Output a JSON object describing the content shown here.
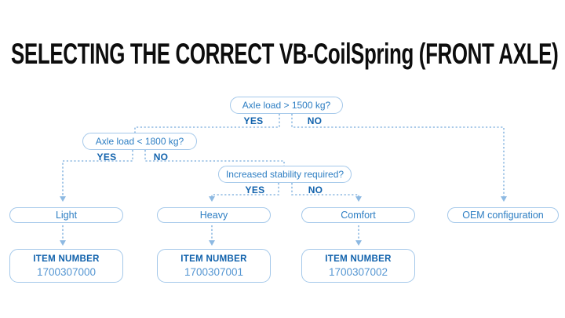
{
  "title": "SELECTING THE CORRECT VB-CoilSpring (FRONT AXLE)",
  "flowchart": {
    "decisions": [
      {
        "question": "Axle load > 1500 kg?",
        "yes_label": "YES",
        "no_label": "NO"
      },
      {
        "question": "Axle load < 1800 kg?",
        "yes_label": "YES",
        "no_label": "NO"
      },
      {
        "question": "Increased stability required?",
        "yes_label": "YES",
        "no_label": "NO"
      }
    ],
    "outcomes": [
      {
        "label": "Light",
        "item_label": "ITEM NUMBER",
        "item_number": "1700307000"
      },
      {
        "label": "Heavy",
        "item_label": "ITEM NUMBER",
        "item_number": "1700307001"
      },
      {
        "label": "Comfort",
        "item_label": "ITEM NUMBER",
        "item_number": "1700307002"
      },
      {
        "label": "OEM configuration"
      }
    ]
  },
  "colors": {
    "background": "#ffffff",
    "title_text": "#0d0d0d",
    "box_border": "#a4c8ea",
    "question_text": "#2d7ec3",
    "branch_text": "#1162ac",
    "item_label_text": "#1162ac",
    "item_number_text": "#5596d2",
    "connector_line": "#8db9e2"
  }
}
